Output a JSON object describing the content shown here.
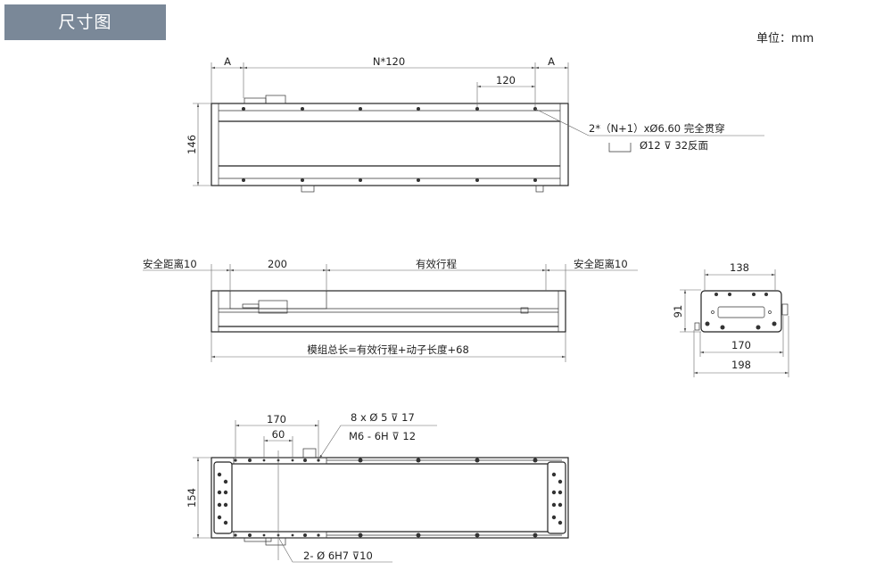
{
  "header": {
    "title": "尺寸图",
    "unit": "单位：mm",
    "badge_color": "#7a8898"
  },
  "top_view": {
    "dim_a_left": "A",
    "dim_pitch_total": "N*120",
    "dim_a_right": "A",
    "dim_pitch": "120",
    "dim_height": "146",
    "note_holes": "2*（N+1）xØ6.60 完全贯穿",
    "note_counterbore": "Ø12 ⊽ 32反面"
  },
  "side_view": {
    "safety_left": "安全距离10",
    "carriage_length": "200",
    "stroke": "有效行程",
    "safety_right": "安全距离10",
    "total_length": "模组总长=有效行程+动子长度+68"
  },
  "end_view": {
    "dim_top": "138",
    "dim_height": "91",
    "dim_inner": "170",
    "dim_outer": "198"
  },
  "bottom_view": {
    "dim_170": "170",
    "dim_60": "60",
    "dim_height": "154",
    "note_holes": "8 x Ø 5 ⊽ 17",
    "note_thread": "M6 - 6H ⊽ 12",
    "note_pin": "2- Ø 6H7 ⊽10"
  }
}
